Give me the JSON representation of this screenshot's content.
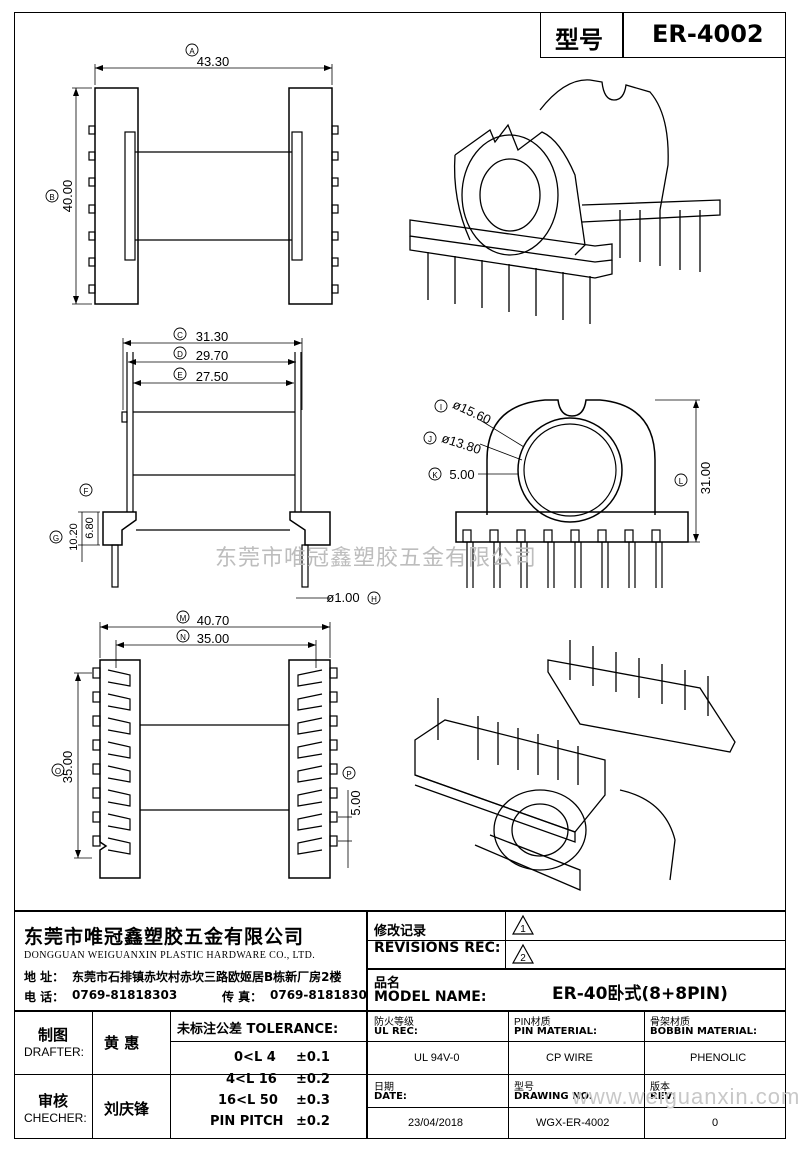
{
  "header": {
    "model_label": "型号",
    "model_value": "ER-4002"
  },
  "dimensions": {
    "A": {
      "letter": "A",
      "value": "43.30"
    },
    "B": {
      "letter": "B",
      "value": "40.00"
    },
    "C": {
      "letter": "C",
      "value": "31.30"
    },
    "D": {
      "letter": "D",
      "value": "29.70"
    },
    "E": {
      "letter": "E",
      "value": "27.50"
    },
    "F": {
      "letter": "F",
      "value": "6.80"
    },
    "G": {
      "letter": "G",
      "value": "10.20"
    },
    "H": {
      "letter": "H",
      "value": "ø1.00"
    },
    "I": {
      "letter": "I",
      "value": "ø15.60"
    },
    "J": {
      "letter": "J",
      "value": "ø13.80"
    },
    "K": {
      "letter": "K",
      "value": "5.00"
    },
    "L": {
      "letter": "L",
      "value": "31.00"
    },
    "M": {
      "letter": "M",
      "value": "40.70"
    },
    "N": {
      "letter": "N",
      "value": "35.00"
    },
    "O": {
      "letter": "O",
      "value": "35.00"
    },
    "P": {
      "letter": "P",
      "value": "5.00"
    }
  },
  "watermark": "东莞市唯冠鑫塑胶五金有限公司",
  "watermark_url": "www.weiguanxin.com",
  "title_block": {
    "company_cn": "东莞市唯冠鑫塑胶五金有限公司",
    "company_en": "DONGGUAN WEIGUANXIN PLASTIC HARDWARE CO., LTD.",
    "address_label": "地  址：",
    "address": "东莞市石排镇赤坎村赤坎三路欧姬居B栋新厂房2楼",
    "tel_label": "电  话：",
    "tel": "0769-81818303",
    "fax_label": "传  真：",
    "fax": "0769-8181830",
    "revisions_cn": "修改记录",
    "revisions_en": "REVISIONS REC:",
    "rev1": "1",
    "rev2": "2",
    "model_name_cn": "品名",
    "model_name_en": "MODEL NAME:",
    "model_name": "ER-40卧式(8+8PIN)",
    "drafter_cn": "制图",
    "drafter_en": "DRAFTER:",
    "drafter": "黄  惠",
    "checker_cn": "审核",
    "checker_en": "CHECHER:",
    "checker": "刘庆锋",
    "tolerance_title": "未标注公差 TOLERANCE:",
    "tolerances": [
      {
        "range": "0<L   4",
        "value": "±0.1"
      },
      {
        "range": "4<L   16",
        "value": "±0.2"
      },
      {
        "range": "16<L   50",
        "value": "±0.3"
      },
      {
        "range": "PIN PITCH",
        "value": "±0.2"
      }
    ],
    "ul_cn": "防火等级",
    "ul_en": "UL REC:",
    "ul_value": "UL 94V-0",
    "pin_cn": "PIN材质",
    "pin_en": "PIN MATERIAL:",
    "pin_value": "CP WIRE",
    "bobbin_cn": "骨架材质",
    "bobbin_en": "BOBBIN MATERIAL:",
    "bobbin_value": "PHENOLIC",
    "date_cn": "日期",
    "date_en": "DATE:",
    "date_value": "23/04/2018",
    "drawing_cn": "型号",
    "drawing_en": "DRAWING NO.",
    "drawing_value": "WGX-ER-4002",
    "rev_cn": "版本",
    "rev_en": "REV:",
    "rev_value": "0"
  }
}
